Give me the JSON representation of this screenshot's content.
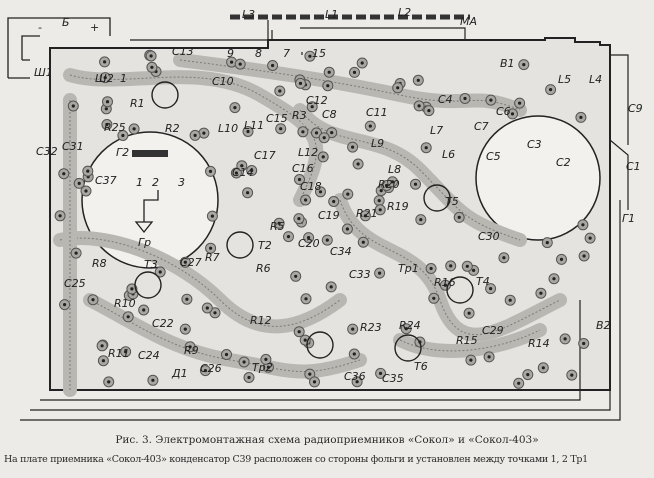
{
  "caption": {
    "title": "Рис. 3. Электромонтажная схема радиоприемников «Сокол» и «Сокол-403»",
    "note": "На плате приемника «Сокол-403» конденсатор С39 расположен со стороны фольги и установлен между точками 1, 2 Тр1"
  },
  "labels": [
    "Б",
    "Ш1",
    "Ш2",
    "1",
    "R1",
    "C13",
    "C10",
    "R2",
    "R25",
    "C32",
    "C31",
    "C37",
    "Г2",
    "1",
    "2",
    "3",
    "Гр",
    "L3",
    "L1",
    "L2",
    "МА",
    "B1",
    "L5",
    "L4",
    "C9",
    "C1",
    "Г1",
    "C5",
    "C3",
    "C2",
    "C4",
    "C6",
    "C7",
    "L7",
    "L6",
    "L8",
    "C11",
    "C8",
    "L9",
    "R20",
    "T5",
    "R21",
    "R19",
    "C19",
    "C30",
    "C20",
    "C34",
    "C33",
    "Тр1",
    "R16",
    "T4",
    "C29",
    "R14",
    "B2",
    "T6",
    "R24",
    "R23",
    "C36",
    "C35",
    "Тр2",
    "R15",
    "T3",
    "C27",
    "R7",
    "R6",
    "T2",
    "R5",
    "C22",
    "C24",
    "R11",
    "R10",
    "R8",
    "C25",
    "Д1",
    "C26",
    "R9",
    "R12",
    "C17",
    "L10",
    "L11",
    "C15",
    "R3",
    "C12",
    "L12",
    "C16",
    "C18",
    "C14",
    "9",
    "8",
    "7",
    "15"
  ],
  "battery_signs": [
    "-",
    "+"
  ]
}
